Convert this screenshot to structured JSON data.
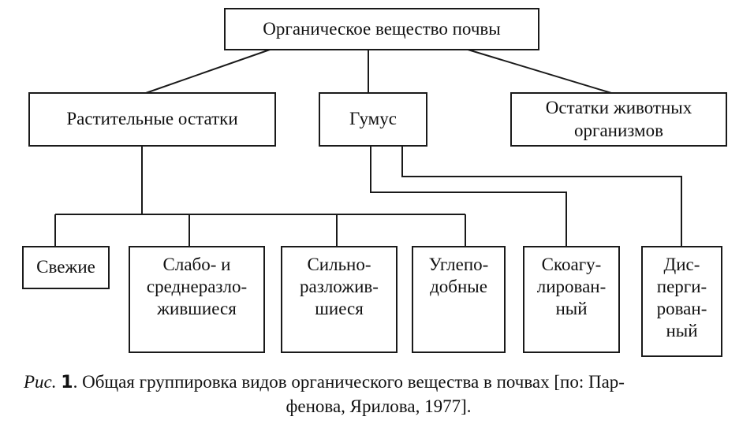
{
  "diagram": {
    "root": "Органическое вещество почвы",
    "level1": {
      "plant_residues": "Растительные остатки",
      "humus": "Гумус",
      "animal_residues": "Остатки животных\nорганизмов"
    },
    "level2": {
      "fresh": "Свежие",
      "weakly_decomposed": "Слабо- и\nсреднеразло-\nжившиеся",
      "strongly_decomposed": "Сильно-\nразложив-\nшиеся",
      "coal_like": "Углепо-\nдобные",
      "coagulated": "Скоагу-\nлирован-\nный",
      "dispersed": "Дис-\nперги-\nрован-\nный"
    }
  },
  "caption": {
    "prefix": "Рис.",
    "number": "1",
    "text_line1": ". Общая группировка видов органического вещества в почвах [по: Пар-",
    "text_line2": "фенова, Ярилова, 1977]."
  }
}
